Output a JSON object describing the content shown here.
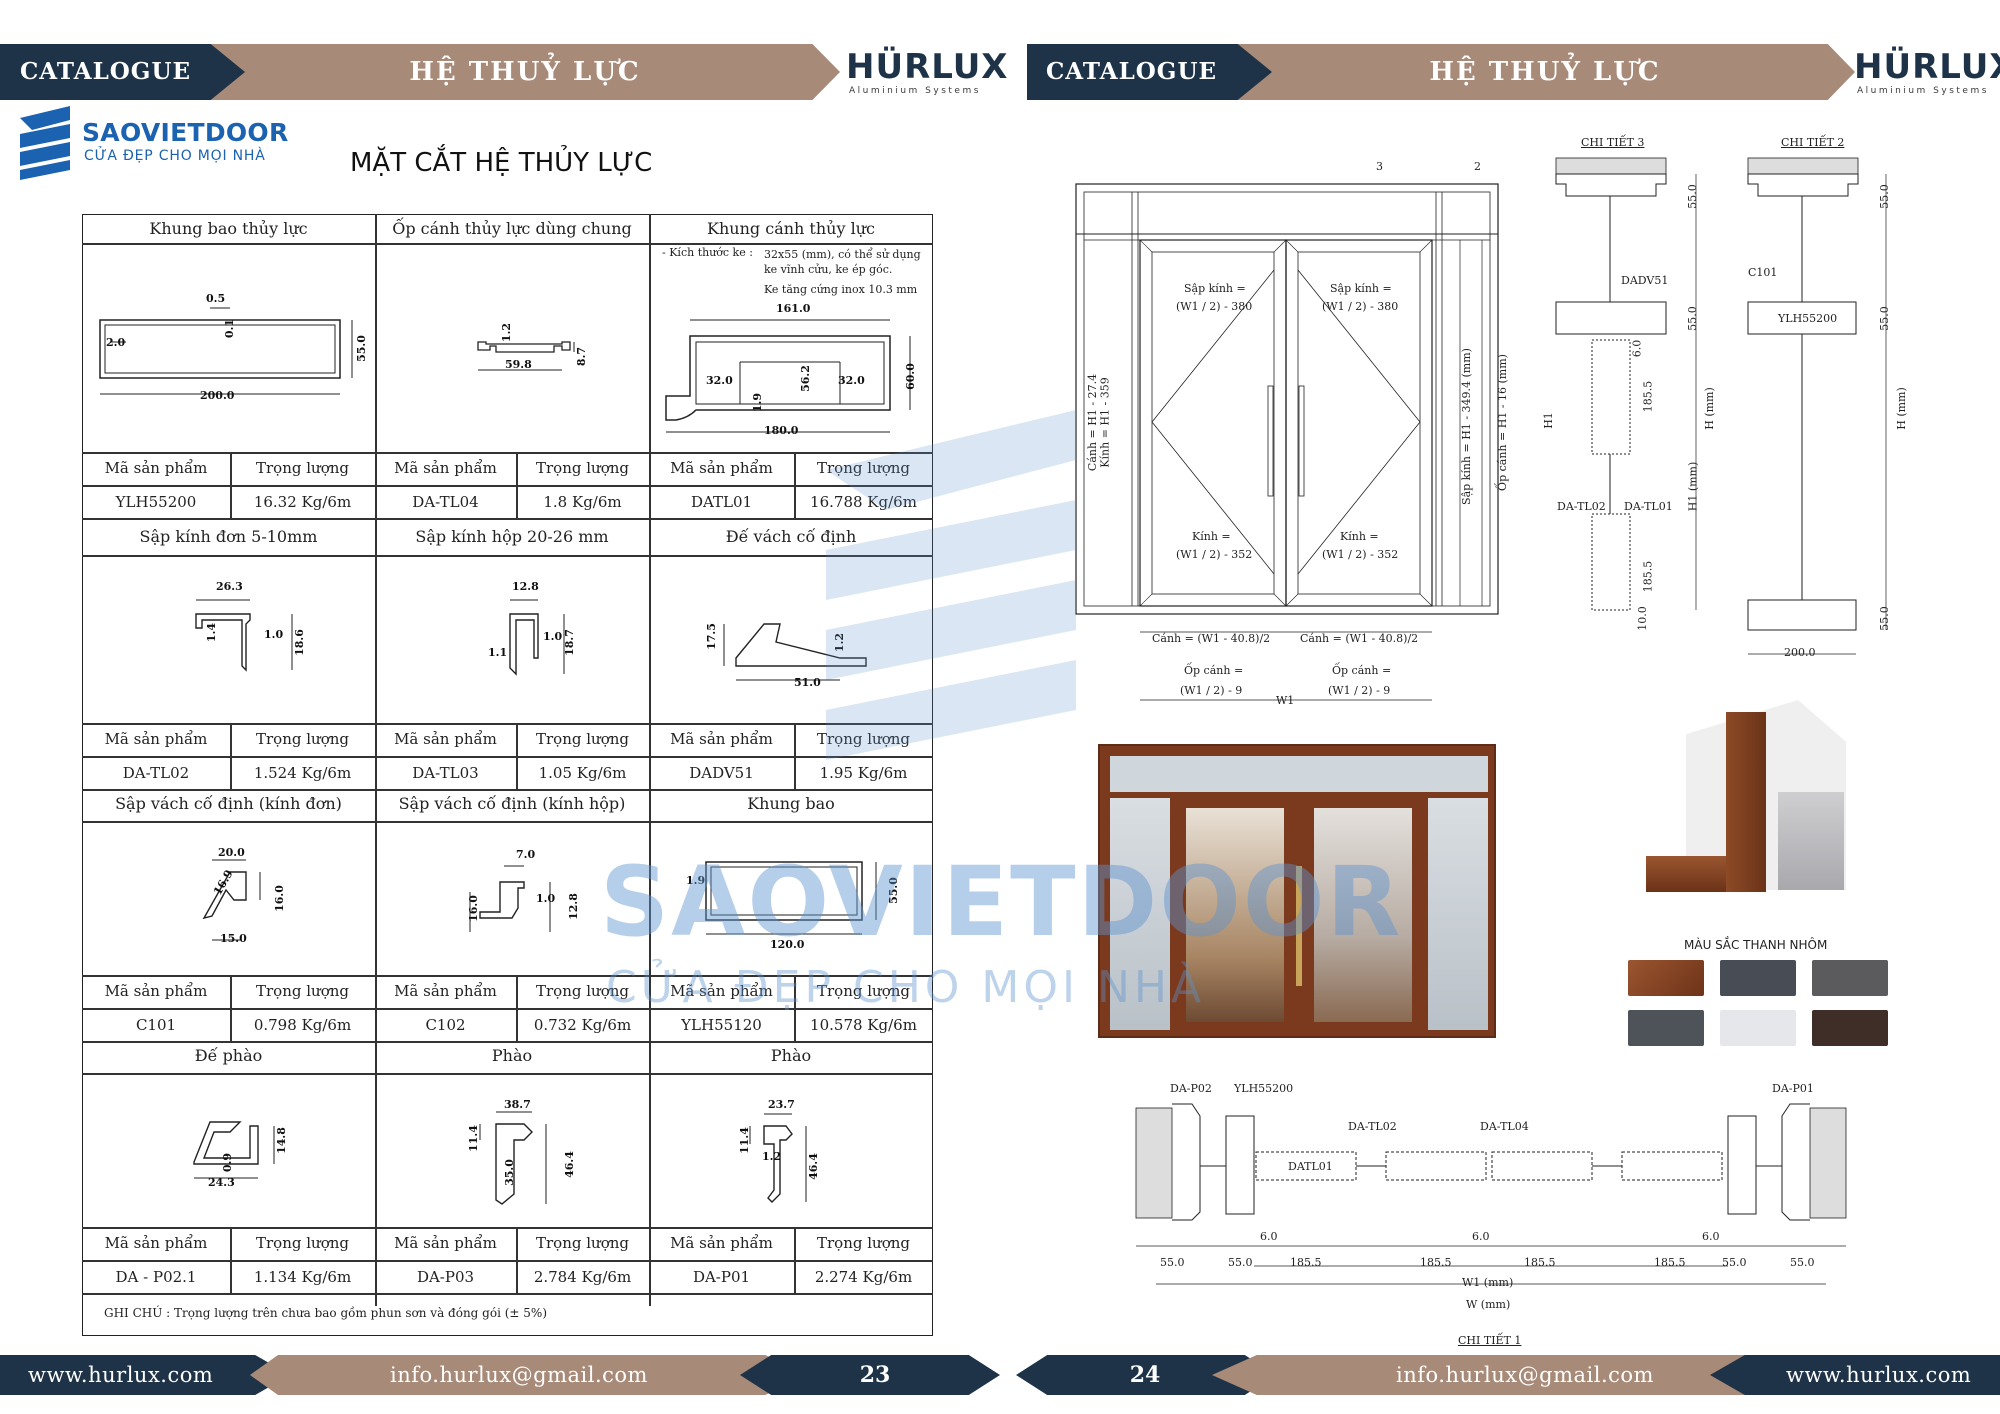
{
  "header": {
    "catalogue_label": "CATALOGUE",
    "section_title": "HỆ THUỶ LỰC",
    "brand": "HÜRLUX",
    "brand_sub": "Aluminium Systems"
  },
  "logo": {
    "name": "SAOVIETDOOR",
    "tagline": "CỬA ĐẸP CHO MỌI NHÀ"
  },
  "left_page": {
    "title": "MẶT CẮT HỆ THỦY LỰC",
    "table_labels": {
      "code": "Mã sản phẩm",
      "weight": "Trọng lượng"
    },
    "products": [
      {
        "title": "Khung bao thủy lực",
        "code": "YLH55200",
        "weight": "16.32 Kg/6m",
        "dims": [
          "0.5",
          "0.1",
          "2.0",
          "55.0",
          "200.0"
        ]
      },
      {
        "title": "Ốp cánh thủy lực dùng chung",
        "code": "DA-TL04",
        "weight": "1.8 Kg/6m",
        "dims": [
          "1.2",
          "59.8",
          "8.7"
        ]
      },
      {
        "title": "Khung cánh thủy lực",
        "code": "DATL01",
        "weight": "16.788 Kg/6m",
        "dims": [
          "161.0",
          "32.0",
          "56.2",
          "32.0",
          "60.0",
          "1.9",
          "180.0"
        ],
        "note_label": "- Kích thước ke :",
        "note_lines": [
          "32x55 (mm), có thể sử dụng",
          "ke vĩnh cửu, ke ép góc.",
          "Ke tăng cứng inox 10.3 mm"
        ]
      },
      {
        "title": "Sập kính đơn 5-10mm",
        "code": "DA-TL02",
        "weight": "1.524 Kg/6m",
        "dims": [
          "26.3",
          "1.4",
          "1.0",
          "18.6"
        ]
      },
      {
        "title": "Sập kính hộp 20-26 mm",
        "code": "DA-TL03",
        "weight": "1.05 Kg/6m",
        "dims": [
          "12.8",
          "1.1",
          "1.0",
          "18.7"
        ]
      },
      {
        "title": "Đế vách cố định",
        "code": "DADV51",
        "weight": "1.95 Kg/6m",
        "dims": [
          "17.5",
          "1.2",
          "51.0"
        ]
      },
      {
        "title": "Sập vách cố định (kính đơn)",
        "code": "C101",
        "weight": "0.798 Kg/6m",
        "dims": [
          "20.0",
          "16.9",
          "16.0",
          "15.0"
        ]
      },
      {
        "title": "Sập vách cố định (kính hộp)",
        "code": "C102",
        "weight": "0.732 Kg/6m",
        "dims": [
          "7.0",
          "16.0",
          "1.0",
          "12.8"
        ]
      },
      {
        "title": "Khung bao",
        "code": "YLH55120",
        "weight": "10.578 Kg/6m",
        "dims": [
          "1.9",
          "55.0",
          "120.0"
        ]
      },
      {
        "title": "Đế phào",
        "code": "DA - P02.1",
        "weight": "1.134 Kg/6m",
        "dims": [
          "14.8",
          "0.9",
          "24.3"
        ]
      },
      {
        "title": "Phào",
        "code": "DA-P03",
        "weight": "2.784 Kg/6m",
        "dims": [
          "38.7",
          "11.4",
          "35.0",
          "46.4"
        ]
      },
      {
        "title": "Phào",
        "code": "DA-P01",
        "weight": "2.274 Kg/6m",
        "dims": [
          "23.7",
          "11.4",
          "1.2",
          "46.4"
        ]
      }
    ],
    "footnote": "GHI CHÚ : Trọng lượng trên chưa bao gồm phun sơn và đóng gói (± 5%)"
  },
  "watermark": {
    "name": "SAOVIETDOOR",
    "tagline": "CỬA ĐẸP CHO MỌI NHÀ"
  },
  "right_page": {
    "elevation": {
      "top_marks": [
        "3",
        "2"
      ],
      "glass_top": [
        "Sập kính =",
        "(W1 / 2) - 380"
      ],
      "glass_bottom": [
        "Kính =",
        "(W1 / 2) - 352"
      ],
      "leaf_width": "Cánh = (W1 - 40.8)/2",
      "cover_width": [
        "Ốp cánh =",
        "(W1 / 2) - 9"
      ],
      "w1": "W1",
      "v_left1": "Cánh = H1 - 27.4",
      "v_left2": "Kính = H1 - 359",
      "v_right1": "Sập kính = H1 - 349.4 (mm)",
      "v_right2": "Ốp cánh = H1 - 16 (mm)",
      "h1": "H1"
    },
    "detail3": {
      "title": "CHI TIẾT 3",
      "labels": [
        "DADV51",
        "DA-TL02",
        "DA-TL01"
      ],
      "dims": [
        "55.0",
        "55.0",
        "6.0",
        "185.5",
        "185.5",
        "10.0"
      ],
      "h_labels": [
        "H1 (mm)",
        "H (mm)"
      ]
    },
    "detail2": {
      "title": "CHI TIẾT 2",
      "labels": [
        "C101",
        "YLH55200"
      ],
      "dims": [
        "55.0",
        "55.0",
        "55.0",
        "200.0"
      ],
      "h_label": "H (mm)"
    },
    "colors": {
      "title": "MÀU SẮC THANH NHÔM",
      "swatches": [
        "#8a4a26",
        "#474c55",
        "#5b5b5e",
        "#4e535a",
        "#e6e7ea",
        "#3f2e28"
      ]
    },
    "detail1": {
      "title": "CHI TIẾT 1",
      "labels": [
        "DA-P02",
        "YLH55200",
        "DA-TL02",
        "DA-TL04",
        "DA-P01",
        "DATL01"
      ],
      "dims": [
        "55.0",
        "55.0",
        "185.5",
        "185.5",
        "185.5",
        "185.5",
        "55.0",
        "55.0",
        "6.0",
        "6.0",
        "6.0"
      ],
      "w1": "W1 (mm)",
      "w": "W (mm)"
    }
  },
  "footer": {
    "website": "www.hurlux.com",
    "email": "info.hurlux@gmail.com",
    "page_left": "23",
    "page_right": "24"
  }
}
